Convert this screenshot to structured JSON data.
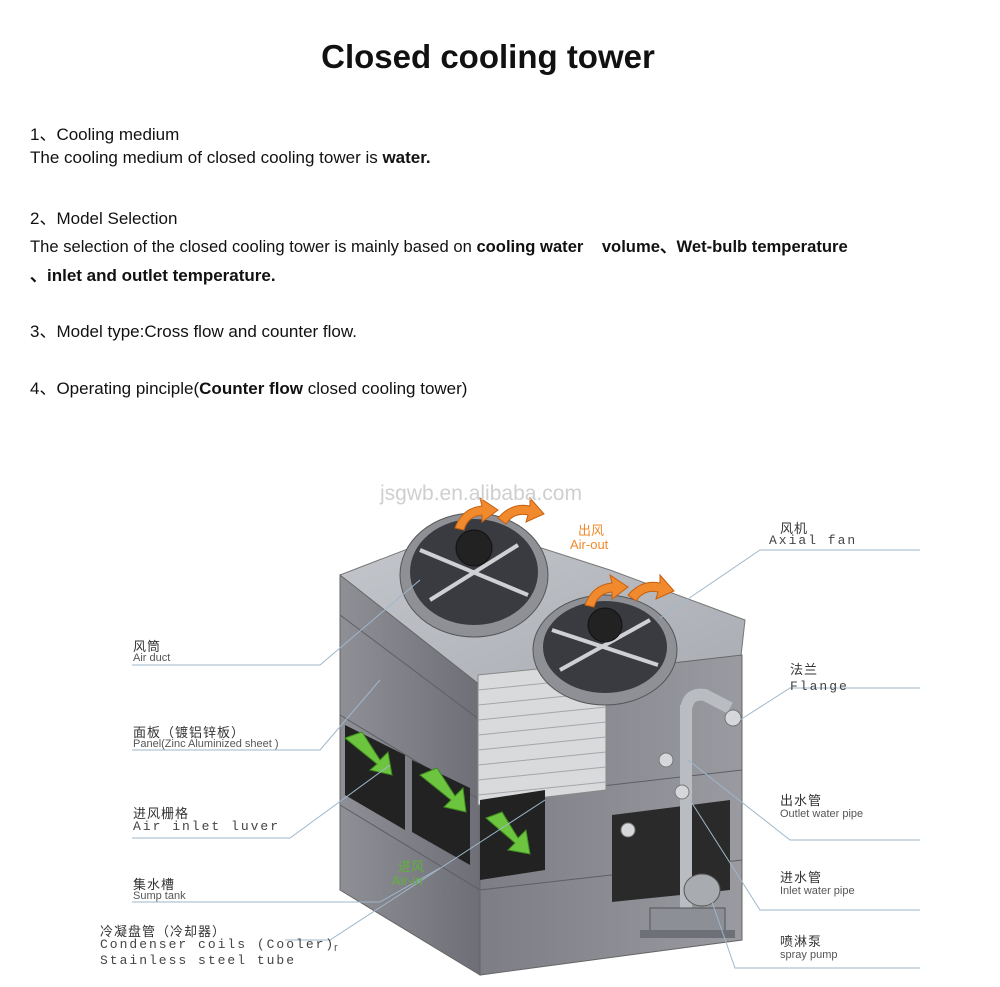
{
  "title": "Closed cooling tower",
  "sections": {
    "s1_heading": "1、Cooling medium",
    "s1_text": "The cooling medium of closed cooling tower is ",
    "s1_bold": "water.",
    "s2_heading": "2、Model Selection",
    "s2_text": "The selection of the closed cooling tower is mainly based on ",
    "s2_bold1": "cooling water    volume",
    "s2_sep": "、",
    "s2_bold2": "Wet-bulb temperature",
    "s2_line2_sep": "、",
    "s2_bold3": "inlet and outlet temperature.",
    "s3": "3、Model type:Cross flow and counter flow.",
    "s4_prefix": "4、Operating pinciple(",
    "s4_bold": "Counter flow",
    "s4_suffix": " closed cooling tower)"
  },
  "diagram": {
    "watermark": "jsgwb.en.alibaba.com",
    "air_out_cn": "出风",
    "air_out_en": "Air-out",
    "air_in_cn": "进风",
    "air_in_en": "Air-in",
    "left_labels": [
      {
        "cn": "风筒",
        "en": "Air duct"
      },
      {
        "cn": "面板（镀铝锌板）",
        "en": "Panel(Zinc Aluminized sheet )"
      },
      {
        "cn": "进风栅格",
        "en": "Air inlet luver"
      },
      {
        "cn": "集水槽",
        "en": "Sump tank"
      },
      {
        "cn": "冷凝盘管（冷却器）",
        "en": "Condenser coils (Cooler)",
        "en2": "Stainless steel tube"
      }
    ],
    "right_labels": [
      {
        "cn": "风机",
        "en": "Axial fan"
      },
      {
        "cn": "法兰",
        "en": "Flange"
      },
      {
        "cn": "出水管",
        "en": "Outlet water pipe"
      },
      {
        "cn": "进水管",
        "en": "Inlet water pipe"
      },
      {
        "cn": "喷淋泵",
        "en": "spray pump"
      }
    ],
    "stray_mark": "r"
  },
  "colors": {
    "air_in": "#5fb23c",
    "air_out": "#f08a2c",
    "label_line": "#9fb7c9"
  }
}
